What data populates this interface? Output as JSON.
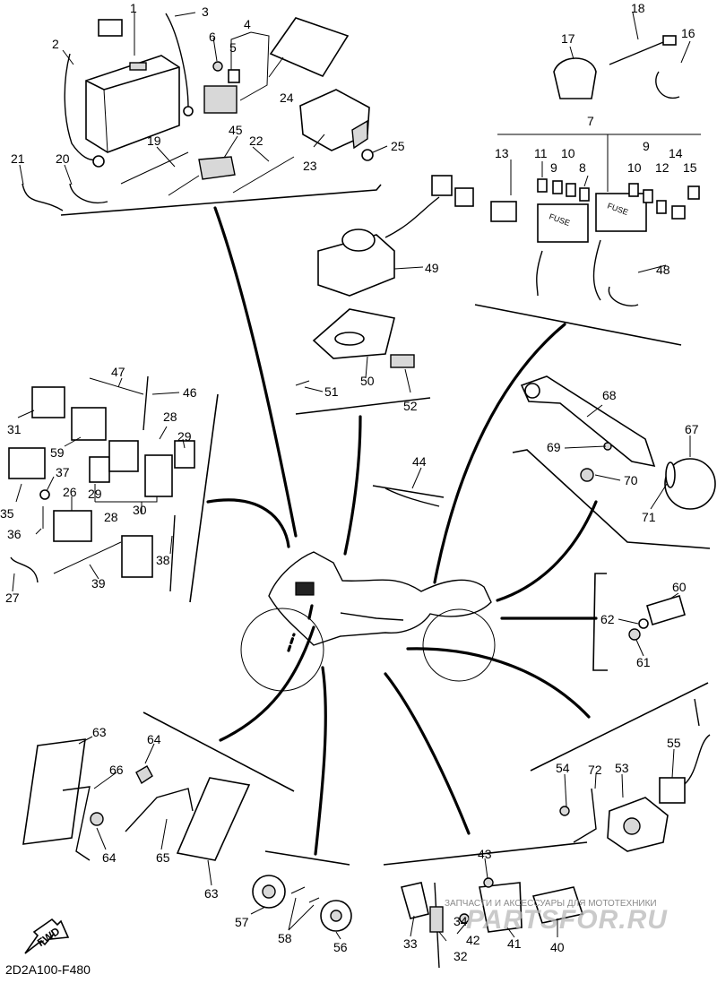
{
  "diagram": {
    "drawing_code": "2D2A100-F480",
    "direction_marker": "FWD",
    "watermark": {
      "line": "ЗАПЧАСТИ И АКСЕССУАРЫ ДЛЯ МОТОТЕХНИКИ",
      "logo": "PARTSFOR.RU"
    },
    "fuse_box_labels": [
      "FUSE",
      "FUSE"
    ],
    "callouts": {
      "c1": "1",
      "c2": "2",
      "c3": "3",
      "c4": "4",
      "c5": "5",
      "c6": "6",
      "c7": "7",
      "c8": "8",
      "c9a": "9",
      "c9b": "9",
      "c10a": "10",
      "c10b": "10",
      "c11": "11",
      "c12": "12",
      "c13": "13",
      "c14": "14",
      "c15": "15",
      "c16": "16",
      "c17": "17",
      "c18": "18",
      "c19": "19",
      "c20": "20",
      "c21": "21",
      "c22": "22",
      "c23": "23",
      "c24": "24",
      "c25": "25",
      "c26": "26",
      "c27": "27",
      "c28a": "28",
      "c28b": "28",
      "c29a": "29",
      "c29b": "29",
      "c30": "30",
      "c31": "31",
      "c32": "32",
      "c33": "33",
      "c34": "34",
      "c35": "35",
      "c36": "36",
      "c37": "37",
      "c38": "38",
      "c39": "39",
      "c40": "40",
      "c41": "41",
      "c42": "42",
      "c43": "43",
      "c44": "44",
      "c45": "45",
      "c46": "46",
      "c47": "47",
      "c48": "48",
      "c49": "49",
      "c50": "50",
      "c51": "51",
      "c52": "52",
      "c53": "53",
      "c54": "54",
      "c55": "55",
      "c56": "56",
      "c57": "57",
      "c58": "58",
      "c59": "59",
      "c60": "60",
      "c61": "61",
      "c62": "62",
      "c63a": "63",
      "c63b": "63",
      "c64a": "64",
      "c64b": "64",
      "c65": "65",
      "c66": "66",
      "c67": "67",
      "c68": "68",
      "c69": "69",
      "c70": "70",
      "c71": "71",
      "c72": "72"
    }
  }
}
